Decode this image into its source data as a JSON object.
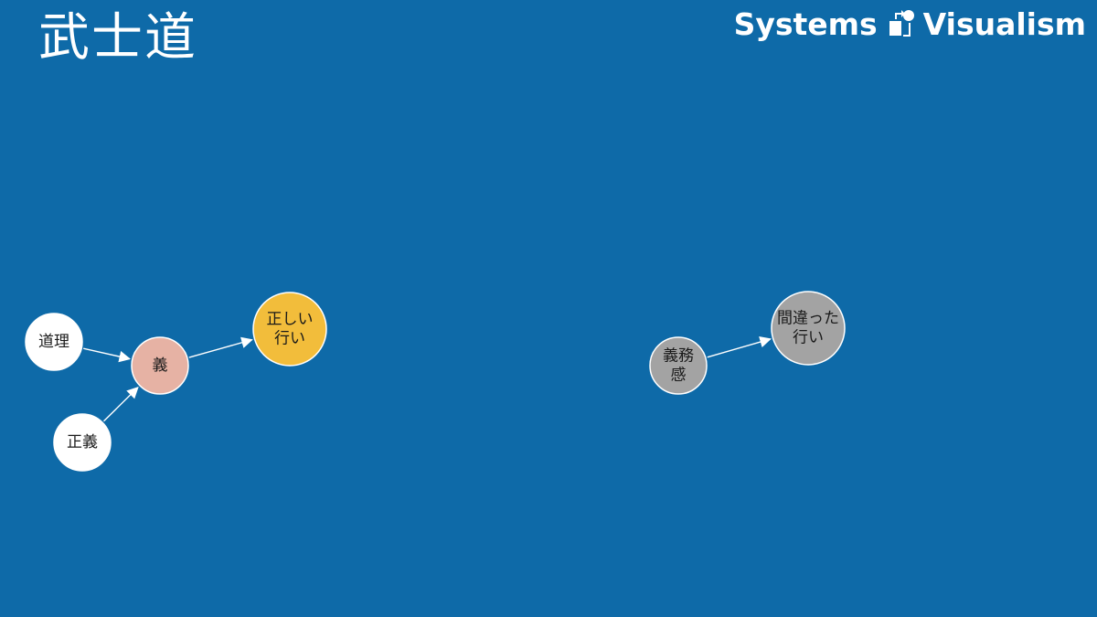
{
  "slide": {
    "title": "武士道",
    "brand": {
      "word1": "Systems",
      "word2": "Visualism",
      "logo_icon": "systems-loop-icon"
    }
  },
  "colors": {
    "background": "#0e6aa8",
    "node_white": "#ffffff",
    "node_pink": "#e6b2a4",
    "node_gold": "#f2bd3b",
    "node_gray": "#a3a3a3",
    "edge": "#ffffff"
  },
  "diagram": {
    "nodes": [
      {
        "id": "dori",
        "lines": [
          "道理"
        ],
        "color": "#ffffff"
      },
      {
        "id": "seigi",
        "lines": [
          "正義"
        ],
        "color": "#ffffff"
      },
      {
        "id": "gi",
        "lines": [
          "義"
        ],
        "color": "#e6b2a4"
      },
      {
        "id": "tadashii",
        "lines": [
          "正しい",
          "行い"
        ],
        "color": "#f2bd3b"
      },
      {
        "id": "gimukan",
        "lines": [
          "義務",
          "感"
        ],
        "color": "#a3a3a3"
      },
      {
        "id": "machigatta",
        "lines": [
          "間違った",
          "行い"
        ],
        "color": "#a3a3a3"
      }
    ],
    "edges": [
      {
        "from": "dori",
        "to": "gi"
      },
      {
        "from": "seigi",
        "to": "gi"
      },
      {
        "from": "gi",
        "to": "tadashii"
      },
      {
        "from": "gimukan",
        "to": "machigatta"
      }
    ]
  }
}
